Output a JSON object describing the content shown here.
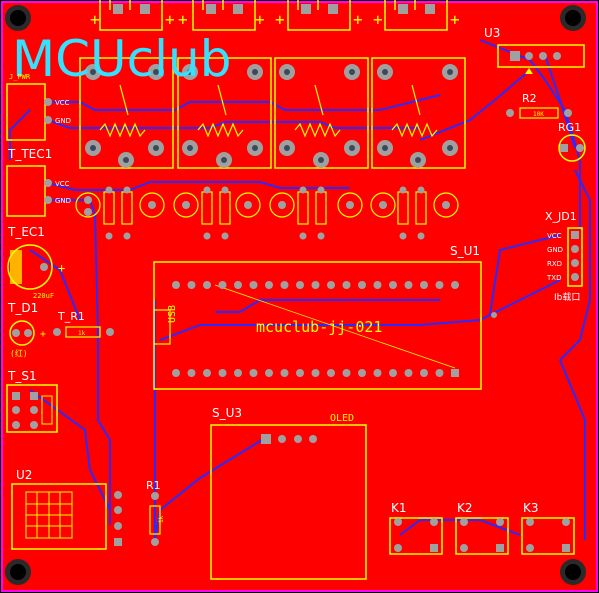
{
  "logo": "MCUclub",
  "board_name": "mcuclub-jj-021",
  "labels": {
    "j_pwr": "J_PWR",
    "vcc": "VCC",
    "gnd": "GND",
    "t_tec1": "T_TEC1",
    "t_ec1": "T_EC1",
    "cap_val": "220uF",
    "t_d1": "T_D1",
    "t_d1_sub": "(红)",
    "t_r1": "T_R1",
    "t_s1": "T_S1",
    "u2": "U2",
    "r1": "R1",
    "s_u3": "S_U3",
    "oled": "OLED",
    "u3": "U3",
    "r2": "R2",
    "r2_val": "10K",
    "rg1": "RG1",
    "x_jd1": "X_JD1",
    "jd_pins": [
      "VCC",
      "GND",
      "RXD",
      "TXD"
    ],
    "port": "Ib载口",
    "s_u1": "S_U1",
    "usb": "USB",
    "r_val": "1k",
    "k1": "K1",
    "k2": "K2",
    "k3": "K3",
    "plus": "+"
  },
  "colors": {
    "board": "#ff0000",
    "silk": "#ffff00",
    "trace": "#2020ff",
    "pad": "#a0a0a0",
    "logo": "#36e0ff",
    "outline": "#ff00ff"
  }
}
